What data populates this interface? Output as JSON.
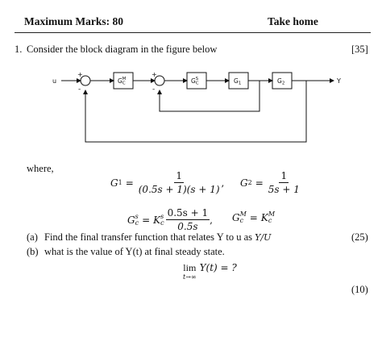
{
  "header": {
    "left": "Maximum Marks: 80",
    "right": "Take home"
  },
  "question": {
    "number": "1.",
    "prompt": "Consider the block diagram in the figure below",
    "marks": "[35]"
  },
  "diagram": {
    "input_label": "u",
    "output_label": "Y",
    "blocks": [
      "G",
      "G",
      "G1",
      "G2"
    ],
    "block1_sup": "M",
    "block1_sub": "C",
    "block2_sup": "S",
    "block2_sub": "C",
    "block3_sub": "1",
    "block4_sub": "2",
    "sum1_plus": "+",
    "sum1_minus": "-",
    "sum2_plus": "+",
    "sum2_minus": "-"
  },
  "where_label": "where,",
  "equations": {
    "g1_lhs": "G",
    "g1_lhs_sub": "1",
    "g1_num": "1",
    "g1_den": "(0.5s + 1)(s + 1)",
    "g1_trail": ",",
    "g2_lhs": "G",
    "g2_lhs_sub": "2",
    "g2_num": "1",
    "g2_den": "5s + 1",
    "gcs_lhs": "G",
    "gcs_sup": "s",
    "gcs_sub": "c",
    "gcs_k": "K",
    "gcs_k_sup": "s",
    "gcs_k_sub": "c",
    "gcs_num": "0.5s + 1",
    "gcs_den": "0.5s",
    "gcs_trail": ",",
    "gcm_lhs": "G",
    "gcm_sup": "M",
    "gcm_sub": "c",
    "gcm_rhs": "K",
    "gcm_rhs_sup": "M",
    "gcm_rhs_sub": "c",
    "equals": "="
  },
  "subparts": [
    {
      "label": "(a)",
      "text": "Find the final transfer function that relates Y to u as ",
      "math": "Y/U",
      "marks": "(25)"
    },
    {
      "label": "(b)",
      "text": "what is the value of Y(t) at final steady state."
    }
  ],
  "limit": {
    "op": "lim",
    "sub": "t→∞",
    "expr": "Y(t) = ?"
  },
  "final_marks": "(10)"
}
